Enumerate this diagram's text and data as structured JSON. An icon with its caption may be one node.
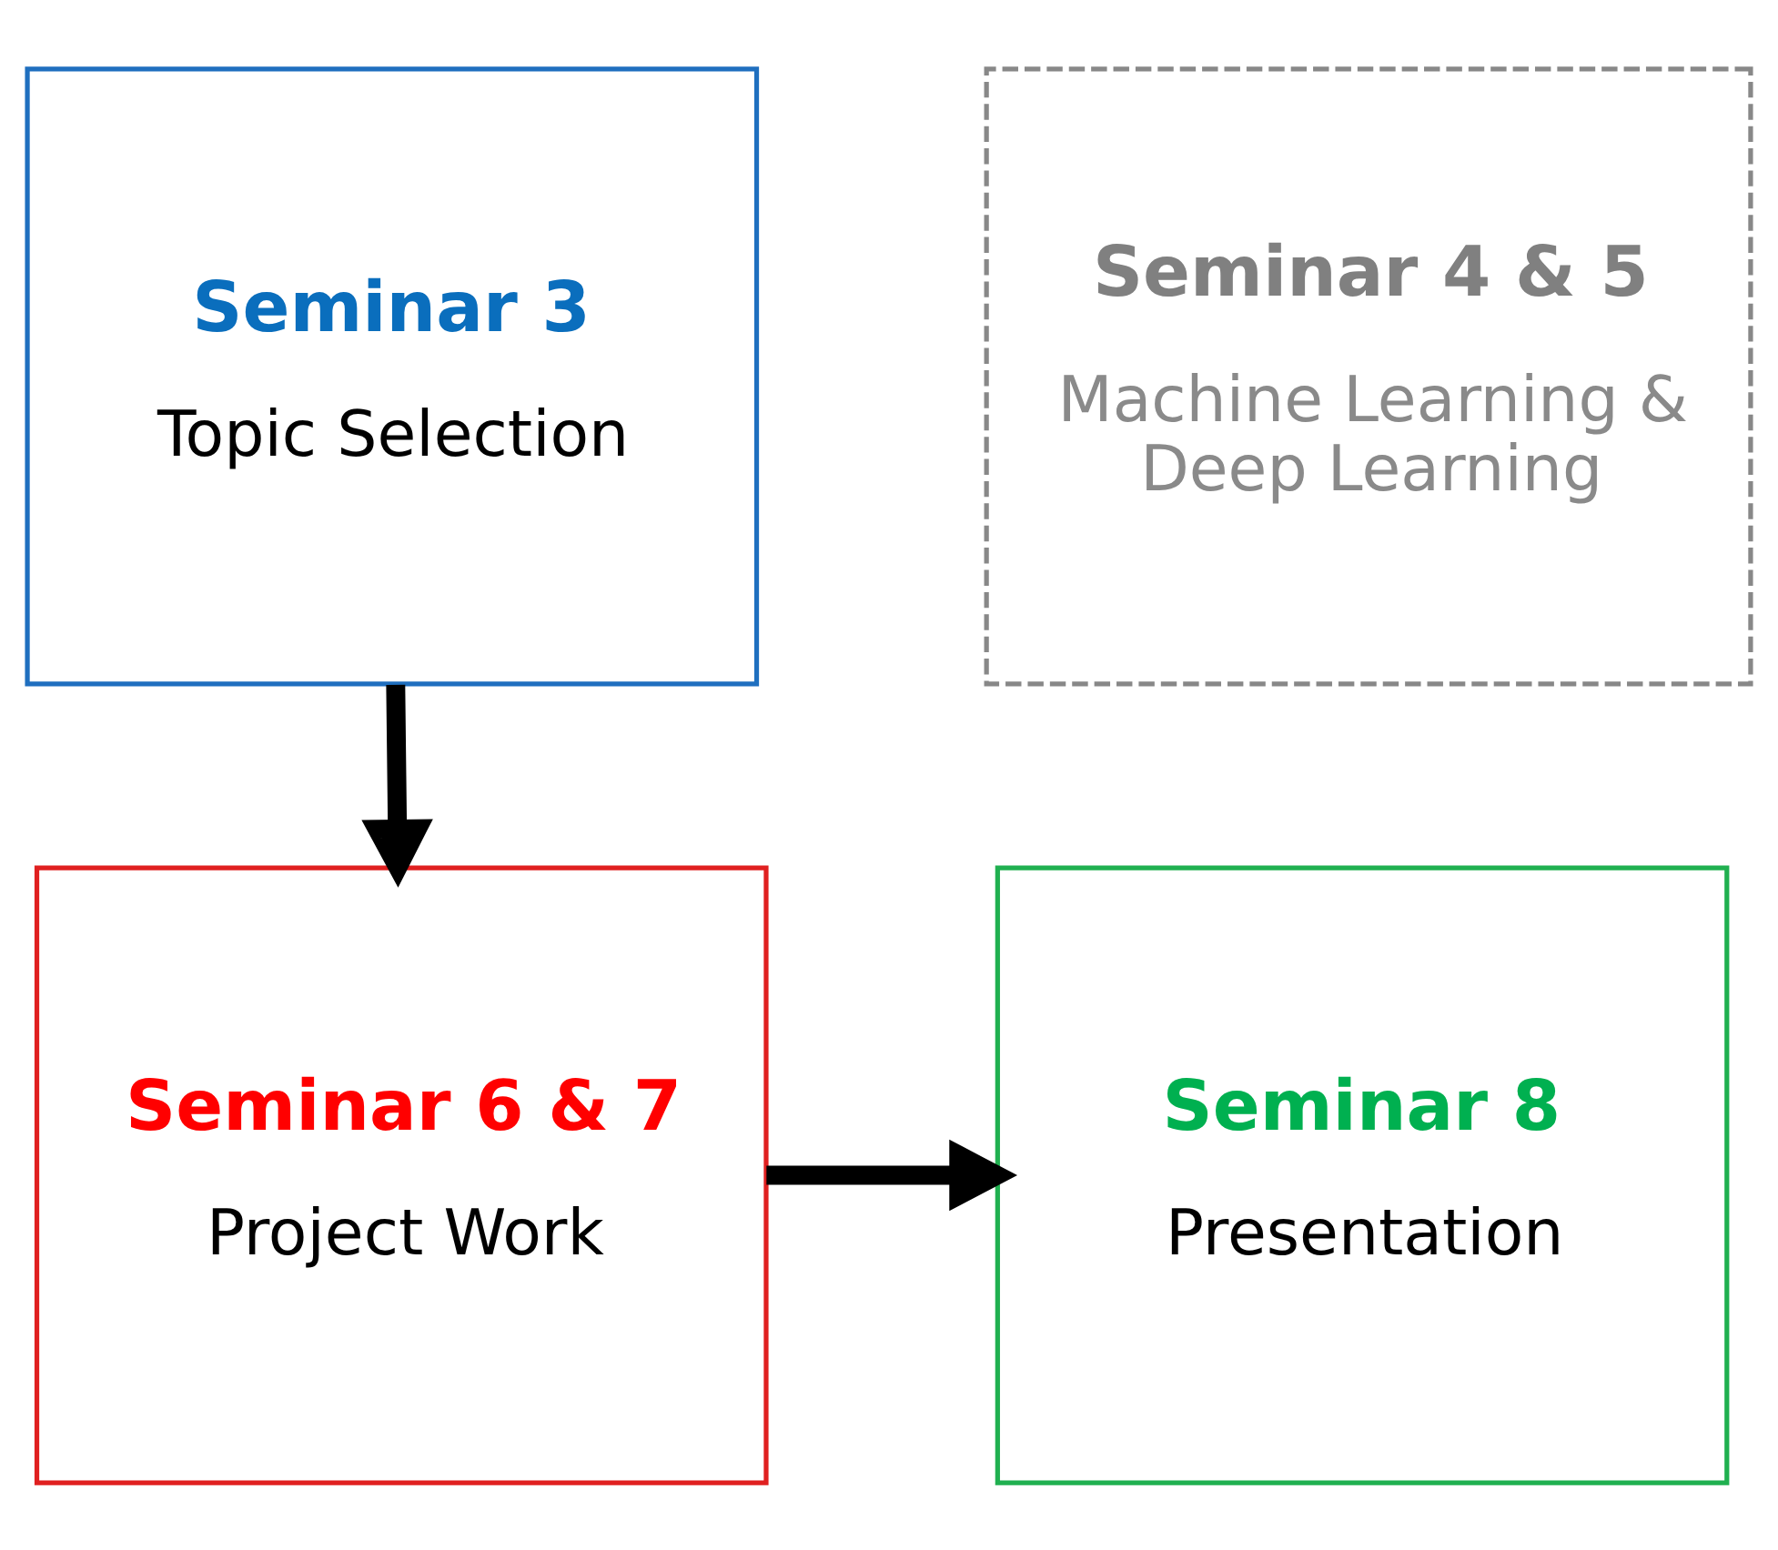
{
  "diagram": {
    "nodes": [
      {
        "text": [
          "Seminar 3",
          "Topic Selection"
        ]
      },
      {
        "text": [
          "Seminar 4 & 5",
          "Machine Learning & Deep Learning"
        ]
      },
      {
        "text": [
          "Seminar 6 & 7",
          "Project Work"
        ]
      },
      {
        "text": [
          "Seminar 8",
          "Presentation"
        ]
      }
    ],
    "edges": [
      {
        "from": 0,
        "to": 2,
        "arrow": "to"
      },
      {
        "from": 2,
        "to": 3,
        "arrow": "to"
      }
    ]
  }
}
